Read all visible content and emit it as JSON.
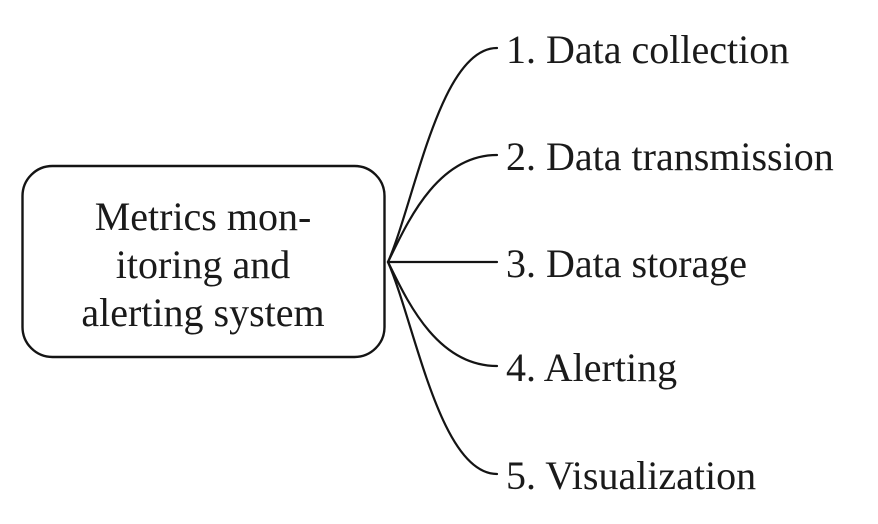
{
  "diagram": {
    "type": "mindmap",
    "colors": {
      "background": "#ffffff",
      "line": "#141414",
      "text": "#1a1a1a"
    },
    "root_node": {
      "label": "Metrics monitoring and alerting system",
      "lines": [
        "Metrics mon-",
        "itoring and",
        "alerting system"
      ]
    },
    "branches": [
      {
        "number": "1.",
        "text": "Data collection",
        "label": "1. Data collection"
      },
      {
        "number": "2.",
        "text": "Data transmission",
        "label": "2. Data transmission"
      },
      {
        "number": "3.",
        "text": "Data storage",
        "label": "3. Data storage"
      },
      {
        "number": "4.",
        "text": "Alerting",
        "label": "4. Alerting"
      },
      {
        "number": "5.",
        "text": "Visualization",
        "label": "5. Visualization"
      }
    ]
  }
}
